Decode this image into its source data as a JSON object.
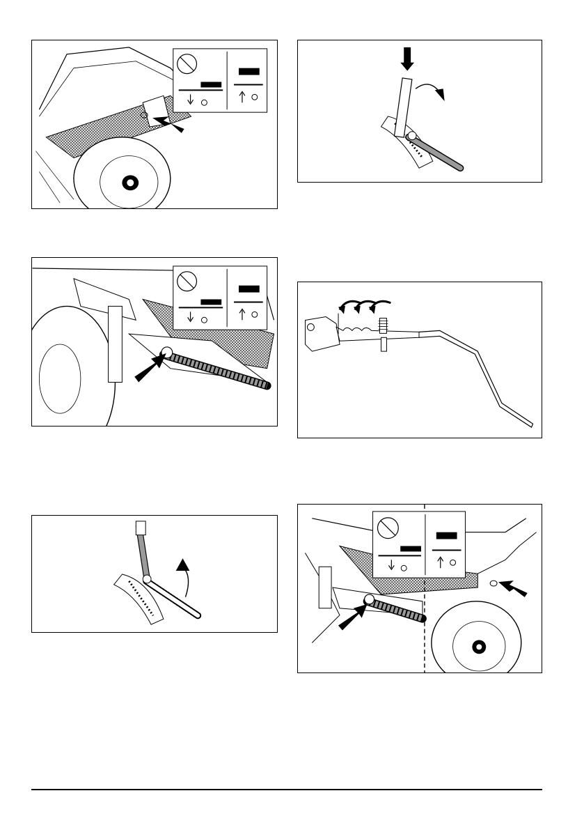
{
  "page": {
    "figures": [
      {
        "id": "fig1",
        "subject": "mower-side-view-with-lever-arrow"
      },
      {
        "id": "fig2",
        "subject": "height-lever-pressed-down"
      },
      {
        "id": "fig3",
        "subject": "mower-side-view-lever-arrow"
      },
      {
        "id": "fig4",
        "subject": "lever-rod-notches-adjustment"
      },
      {
        "id": "fig5",
        "subject": "height-lever-raised"
      },
      {
        "id": "fig6",
        "subject": "mower-combined-view-two-arrows"
      }
    ],
    "icons": {
      "left_half": "mower-lowered-deck-icon",
      "right_half": "mower-raised-deck-icon"
    },
    "colors": {
      "line": "#000000",
      "background": "#ffffff",
      "shade": "#9a9a9a"
    }
  }
}
